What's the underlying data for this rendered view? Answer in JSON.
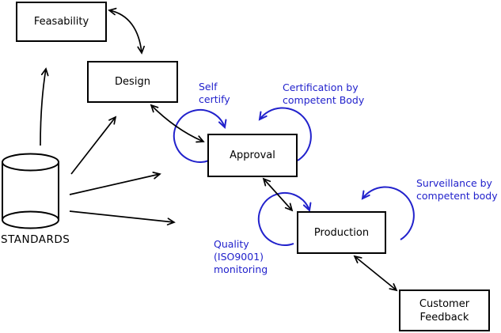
{
  "colors": {
    "annotation_blue": "#2222cc",
    "line_black": "#000000",
    "box_fill": "#ffffff",
    "background": "#ffffff"
  },
  "boxes": {
    "feasability": {
      "label": "Feasability"
    },
    "design": {
      "label": "Design"
    },
    "approval": {
      "label": "Approval"
    },
    "production": {
      "label": "Production"
    },
    "customer_feedback": {
      "line1": "Customer",
      "line2": "Feedback"
    }
  },
  "datastore": {
    "label": "STANDARDS"
  },
  "annotations": {
    "self_certify": {
      "line1": "Self",
      "line2": "certify"
    },
    "certification": {
      "line1": "Certification by",
      "line2": "competent Body"
    },
    "surveillance": {
      "line1": "Surveillance by",
      "line2": "competent body"
    },
    "quality": {
      "line1": "Quality",
      "line2": "(ISO9001)",
      "line3": "monitoring"
    }
  },
  "edges": [
    {
      "from": "standards",
      "to": "feasability",
      "style": "single-arrow",
      "color": "black"
    },
    {
      "from": "standards",
      "to": "design",
      "style": "single-arrow",
      "color": "black"
    },
    {
      "from": "standards",
      "to": "approval",
      "style": "single-arrow",
      "color": "black"
    },
    {
      "from": "standards",
      "to": "production",
      "style": "single-arrow",
      "color": "black"
    },
    {
      "from": "feasability",
      "to": "design",
      "style": "double-arrow",
      "color": "black"
    },
    {
      "from": "design",
      "to": "approval",
      "style": "double-arrow",
      "color": "black"
    },
    {
      "from": "approval",
      "to": "production",
      "style": "double-arrow",
      "color": "black"
    },
    {
      "from": "production",
      "to": "customer_feedback",
      "style": "double-arrow",
      "color": "black"
    },
    {
      "node": "approval",
      "loop": "self-certify",
      "color": "blue"
    },
    {
      "node": "approval",
      "loop": "certification-by-competent-body",
      "color": "blue"
    },
    {
      "node": "production",
      "loop": "quality-iso9001-monitoring",
      "color": "blue"
    },
    {
      "node": "production",
      "loop": "surveillance-by-competent-body",
      "color": "blue"
    }
  ]
}
